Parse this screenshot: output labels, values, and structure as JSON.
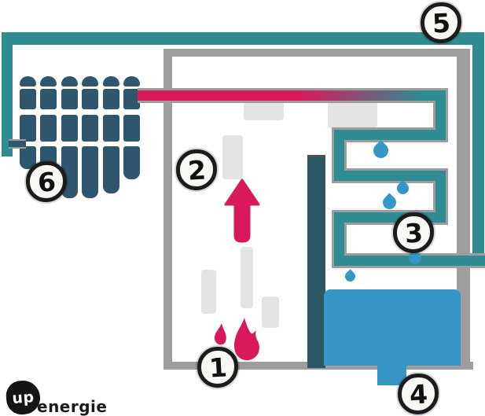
{
  "diagram": {
    "title": "condensing-boiler-schematic",
    "markers": [
      {
        "number": "1"
      },
      {
        "number": "2"
      },
      {
        "number": "3"
      },
      {
        "number": "4"
      },
      {
        "number": "5"
      },
      {
        "number": "6"
      }
    ],
    "logo": {
      "mark": "up",
      "wordmark": "energie"
    },
    "colors": {
      "pipe_teal": "#2E8C92",
      "hot_crimson": "#D81A5C",
      "water_blue": "#3697C7",
      "dark_slate": "#2E566E",
      "divider_slate": "#2B5767",
      "casing_gray": "#9D9D9D",
      "smoke_gray": "#E4E4E6",
      "badge_fill": "#F7F7F4",
      "badge_border": "#1C1C1C"
    }
  }
}
